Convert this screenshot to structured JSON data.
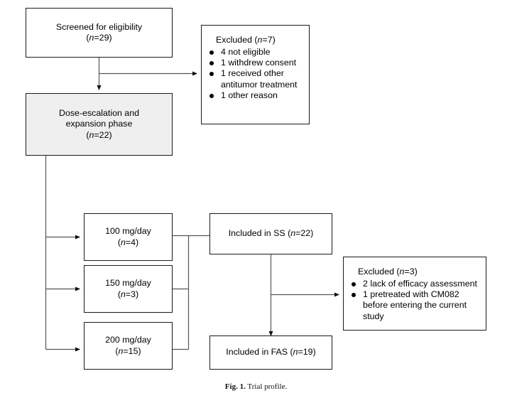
{
  "figure": {
    "caption_label": "Fig. 1.",
    "caption_text": "Trial profile.",
    "accent_color": "#000000",
    "shade_color": "#efefef",
    "line_color": "#555555"
  },
  "nodes": {
    "screened": {
      "line1": "Screened for eligibility",
      "line2_prefix": "(",
      "line2_italic": "n",
      "line2_suffix": "=29)"
    },
    "excluded_screening": {
      "title_prefix": "Excluded (",
      "title_italic": "n",
      "title_suffix": "=7)",
      "items": [
        {
          "text": "4 not eligible",
          "cont": ""
        },
        {
          "text": "1 withdrew consent",
          "cont": ""
        },
        {
          "text": "1 received other",
          "cont": "antitumor treatment"
        },
        {
          "text": "1 other reason",
          "cont": ""
        }
      ]
    },
    "phase": {
      "line1": "Dose-escalation and",
      "line2": "expansion phase",
      "line3_prefix": "(",
      "line3_italic": "n",
      "line3_suffix": "=22)"
    },
    "dose_100": {
      "line1": "100 mg/day",
      "line2_prefix": "(",
      "line2_italic": "n",
      "line2_suffix": "=4)"
    },
    "dose_150": {
      "line1": "150 mg/day",
      "line2_prefix": "(",
      "line2_italic": "n",
      "line2_suffix": "=3)"
    },
    "dose_200": {
      "line1": "200 mg/day",
      "line2_prefix": "(",
      "line2_italic": "n",
      "line2_suffix": "=15)"
    },
    "included_ss": {
      "line1_prefix": "Included in SS (",
      "line1_italic": "n",
      "line1_suffix": "=22)"
    },
    "excluded_fas": {
      "title_prefix": "Excluded (",
      "title_italic": "n",
      "title_suffix": "=3)",
      "items": [
        {
          "text": "2 lack of efficacy assessment",
          "cont": ""
        },
        {
          "text": "1 pretreated with CM082",
          "cont": "before entering the current",
          "cont2": "study"
        }
      ]
    },
    "included_fas": {
      "line1_prefix": "Included in FAS (",
      "line1_italic": "n",
      "line1_suffix": "=19)"
    }
  },
  "chart_data": {
    "type": "diagram",
    "title": "Trial profile",
    "flow": [
      {
        "id": "screened",
        "label": "Screened for eligibility",
        "n": 29
      },
      {
        "id": "excluded_screening",
        "label": "Excluded",
        "n": 7,
        "reasons": [
          "4 not eligible",
          "1 withdrew consent",
          "1 received other antitumor treatment",
          "1 other reason"
        ]
      },
      {
        "id": "phase",
        "label": "Dose-escalation and expansion phase",
        "n": 22
      },
      {
        "id": "dose_100",
        "label": "100 mg/day",
        "n": 4
      },
      {
        "id": "dose_150",
        "label": "150 mg/day",
        "n": 3
      },
      {
        "id": "dose_200",
        "label": "200 mg/day",
        "n": 15
      },
      {
        "id": "included_ss",
        "label": "Included in SS",
        "n": 22
      },
      {
        "id": "excluded_fas",
        "label": "Excluded",
        "n": 3,
        "reasons": [
          "2 lack of efficacy assessment",
          "1 pretreated with CM082 before entering the current study"
        ]
      },
      {
        "id": "included_fas",
        "label": "Included in FAS",
        "n": 19
      }
    ],
    "edges": [
      {
        "from": "screened",
        "to": "excluded_screening"
      },
      {
        "from": "screened",
        "to": "phase"
      },
      {
        "from": "phase",
        "to": "dose_100"
      },
      {
        "from": "phase",
        "to": "dose_150"
      },
      {
        "from": "phase",
        "to": "dose_200"
      },
      {
        "from": "dose_100",
        "to": "included_ss"
      },
      {
        "from": "dose_150",
        "to": "included_ss"
      },
      {
        "from": "dose_200",
        "to": "included_ss"
      },
      {
        "from": "included_ss",
        "to": "excluded_fas"
      },
      {
        "from": "included_ss",
        "to": "included_fas"
      }
    ]
  }
}
